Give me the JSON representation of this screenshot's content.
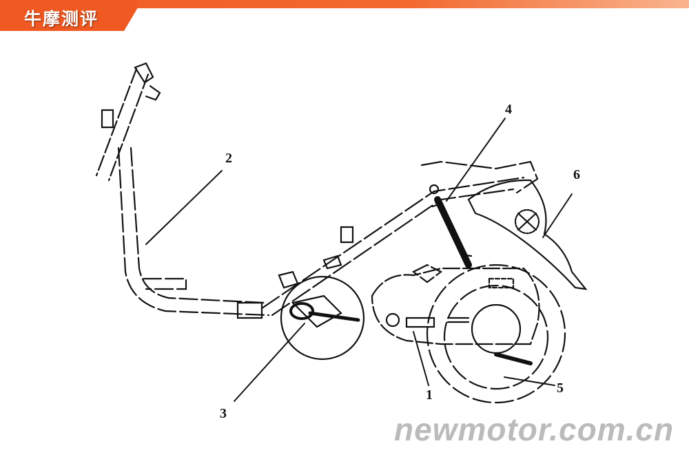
{
  "header": {
    "title": "牛摩测评"
  },
  "diagram": {
    "labels": [
      "1",
      "2",
      "3",
      "4",
      "5",
      "6"
    ]
  },
  "watermark": "newmotor.com.cn",
  "colors": {
    "accent": "#f05a22",
    "line": "#111111",
    "watermark": "#969696"
  }
}
